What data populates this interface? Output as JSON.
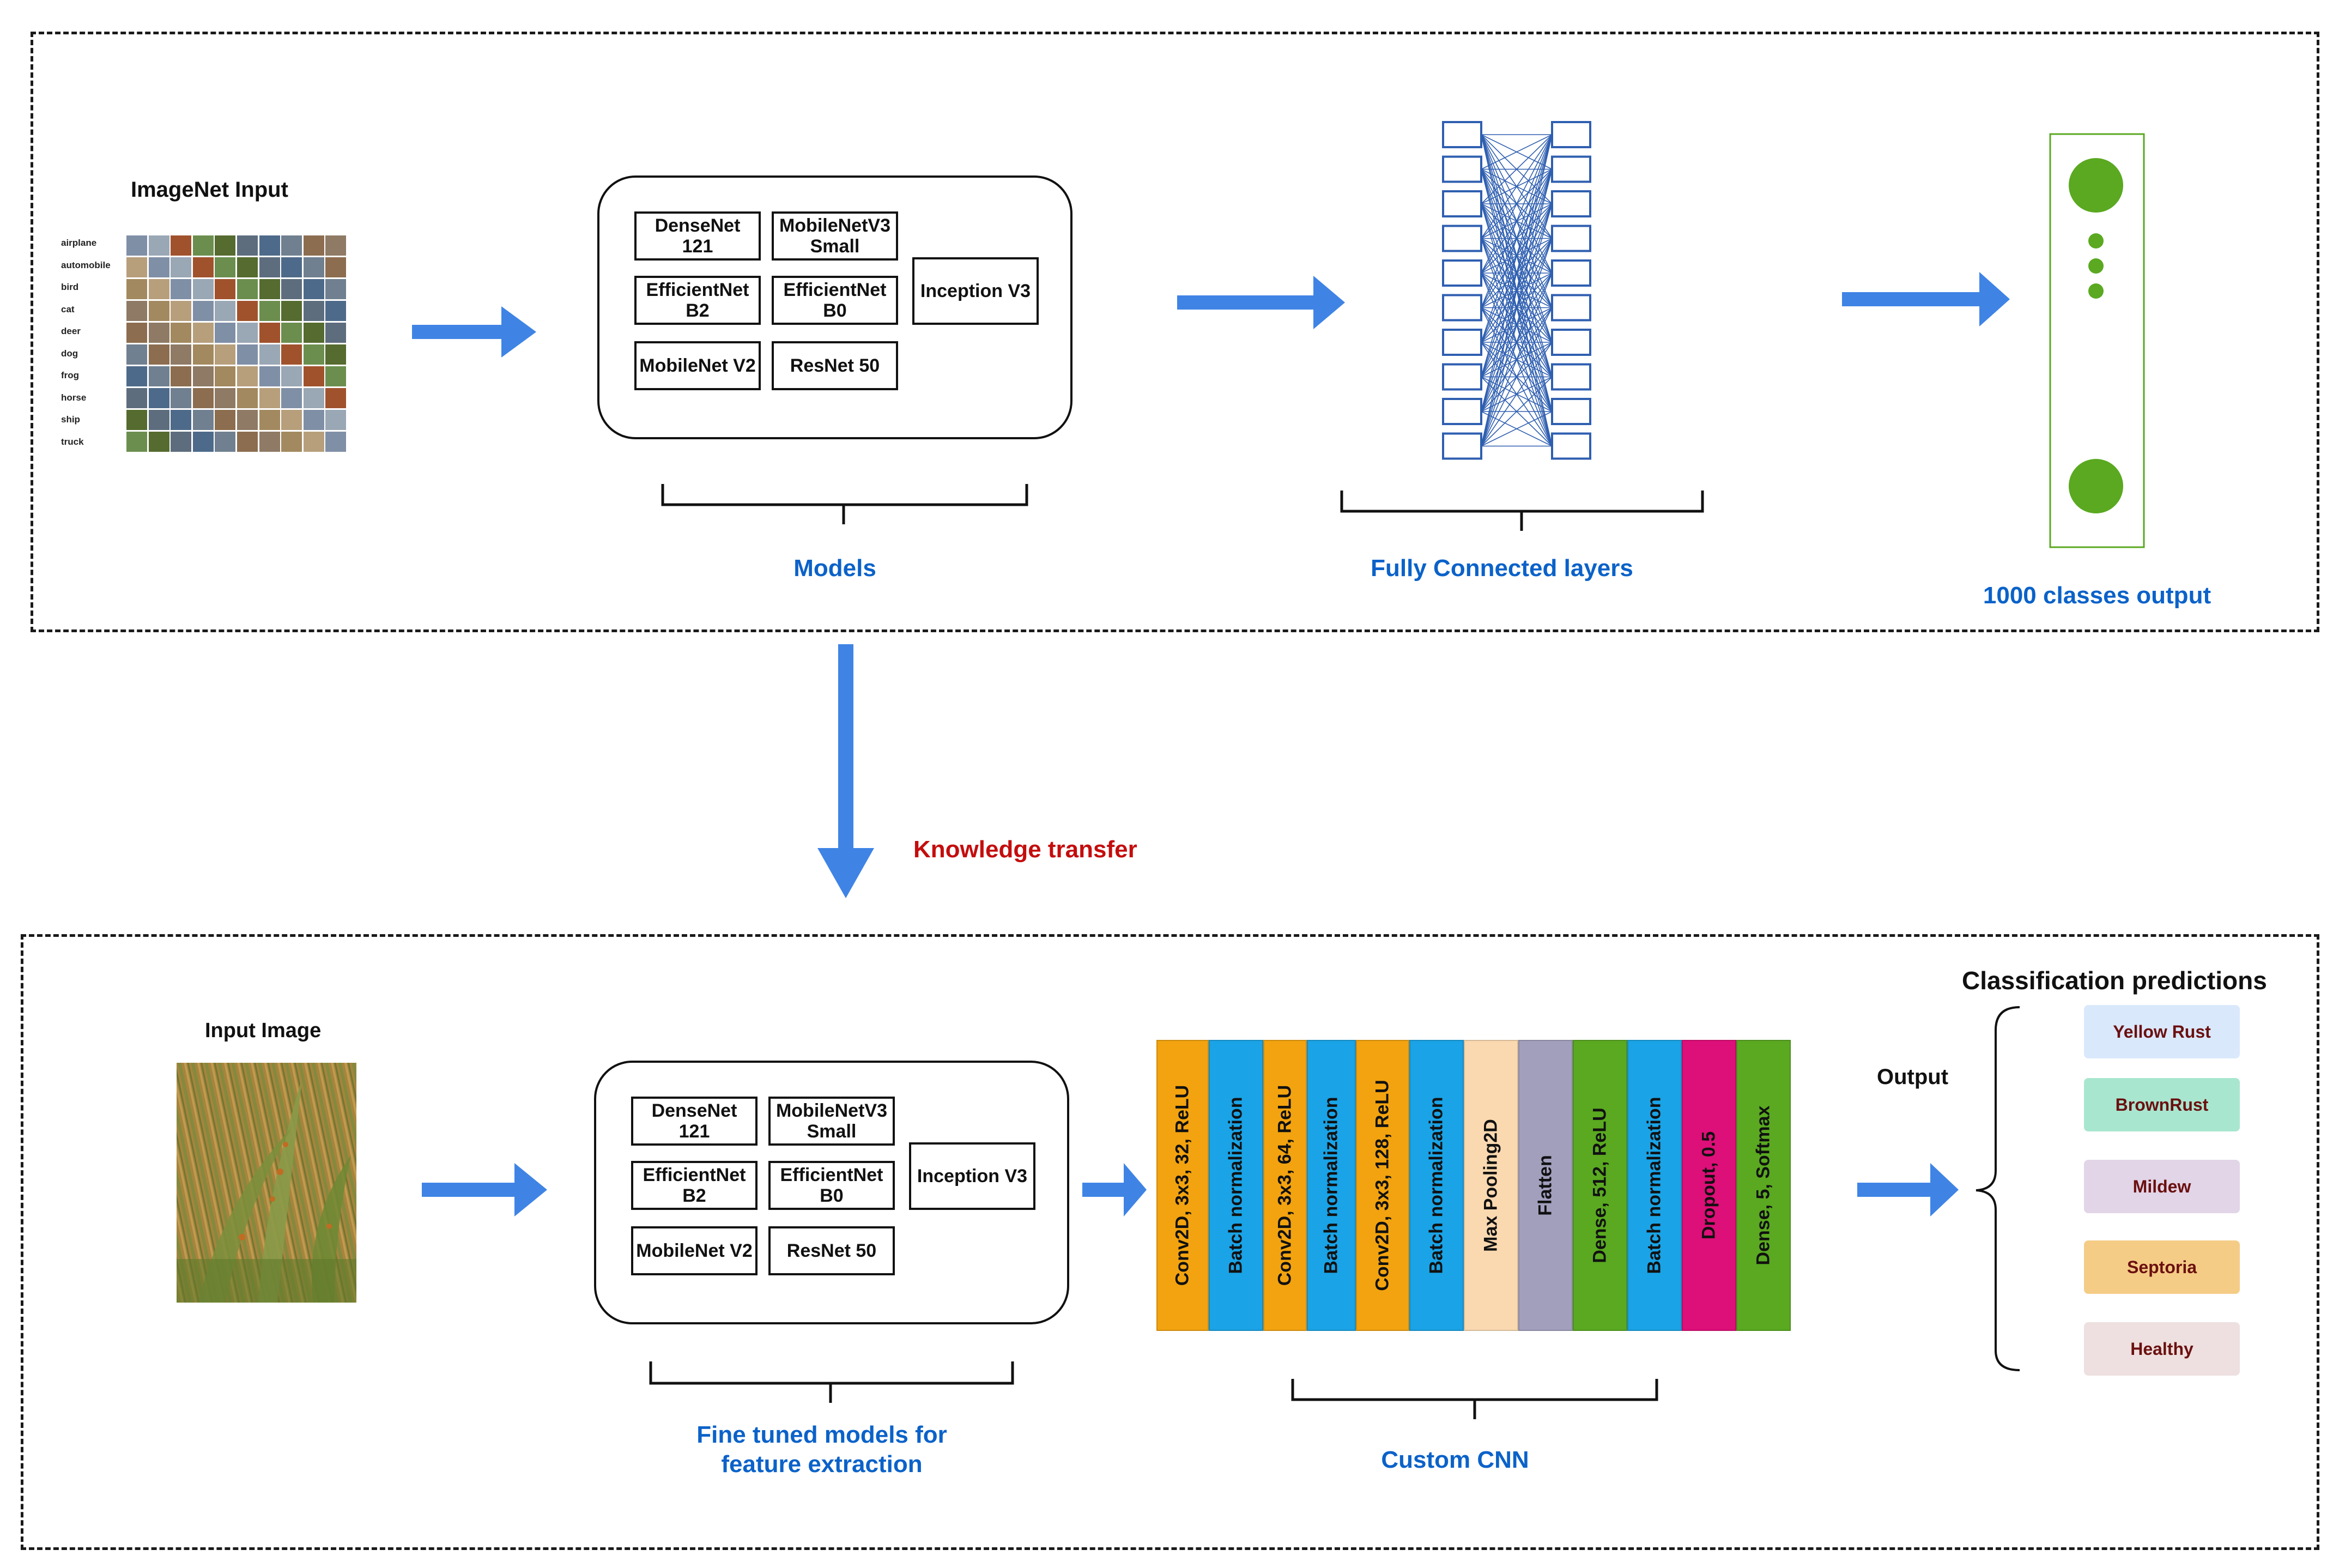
{
  "top": {
    "imagenet_title": "ImageNet Input",
    "thumbnail_classes": [
      "airplane",
      "automobile",
      "bird",
      "cat",
      "deer",
      "dog",
      "frog",
      "horse",
      "ship",
      "truck"
    ],
    "models": [
      {
        "label": "DenseNet\n121"
      },
      {
        "label": "MobileNetV3\nSmall"
      },
      {
        "label": "EfficientNet\nB2"
      },
      {
        "label": "EfficientNet\nB0"
      },
      {
        "label": "Inception V3"
      },
      {
        "label": "MobileNet V2"
      },
      {
        "label": "ResNet 50"
      }
    ],
    "models_caption": "Models",
    "fc_caption": "Fully Connected layers",
    "output_caption": "1000 classes output"
  },
  "transfer_label": "Knowledge transfer",
  "bottom": {
    "input_title": "Input Image",
    "models": [
      {
        "label": "DenseNet\n121"
      },
      {
        "label": "MobileNetV3\nSmall"
      },
      {
        "label": "EfficientNet\nB2"
      },
      {
        "label": "EfficientNet\nB0"
      },
      {
        "label": "Inception V3"
      },
      {
        "label": "MobileNet V2"
      },
      {
        "label": "ResNet 50"
      }
    ],
    "models_caption_line1": "Fine tuned models for",
    "models_caption_line2": "feature extraction",
    "cnn_layers": [
      {
        "label": "Conv2D, 3x3, 32, ReLU",
        "color": "#f2a30f"
      },
      {
        "label": "Batch normalization",
        "color": "#1aa3e6"
      },
      {
        "label": "Conv2D, 3x3, 64, ReLU",
        "color": "#f2a30f"
      },
      {
        "label": "Batch normalization",
        "color": "#1aa3e6"
      },
      {
        "label": "Conv2D, 3x3, 128, ReLU",
        "color": "#f2a30f"
      },
      {
        "label": "Batch normalization",
        "color": "#1aa3e6"
      },
      {
        "label": "Max Pooling2D",
        "color": "#fbd9b0"
      },
      {
        "label": "Flatten",
        "color": "#a29fbd"
      },
      {
        "label": "Dense, 512, ReLU",
        "color": "#5aa921"
      },
      {
        "label": "Batch normalization",
        "color": "#1aa3e6"
      },
      {
        "label": "Dropout, 0.5",
        "color": "#dd0f78"
      },
      {
        "label": "Dense, 5, Softmax",
        "color": "#5aa921"
      }
    ],
    "cnn_caption": "Custom CNN",
    "output_label": "Output",
    "predictions_title": "Classification predictions",
    "predictions": [
      {
        "label": "Yellow Rust",
        "color": "#dae8fc"
      },
      {
        "label": "BrownRust",
        "color": "#a8e6cf"
      },
      {
        "label": "Mildew",
        "color": "#e1d5e7"
      },
      {
        "label": "Septoria",
        "color": "#f5cc86"
      },
      {
        "label": "Healthy",
        "color": "#eee0e0"
      }
    ]
  },
  "colors": {
    "arrow": "#3f84e5",
    "caption_blue": "#0b62c9",
    "transfer_red": "#c40d0d",
    "output_node_green": "#5aa921",
    "fc_node_blue": "#2f5fb0"
  }
}
